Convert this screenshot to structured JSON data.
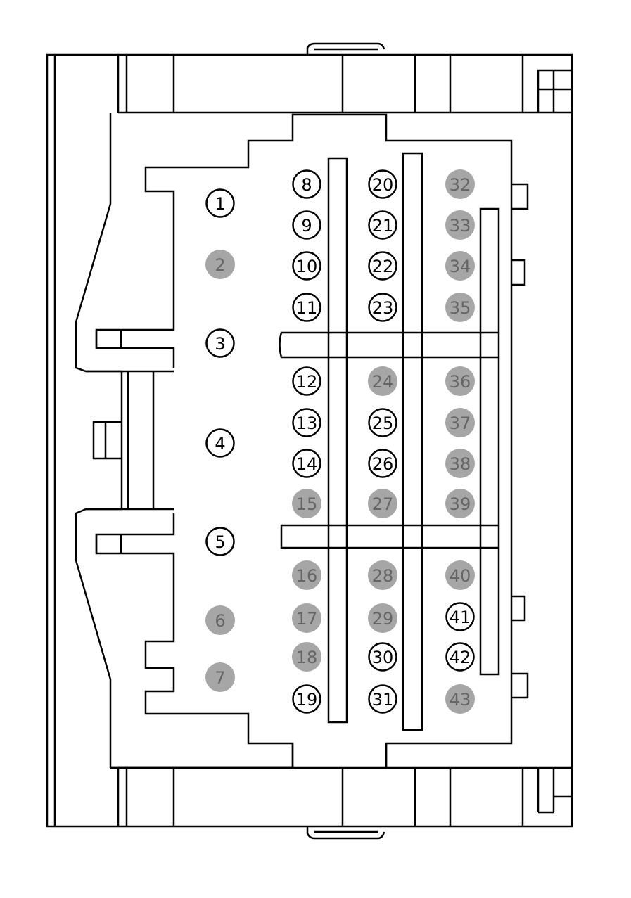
{
  "colors": {
    "line": "#000000",
    "background": "#ffffff",
    "unused_pin_fill": "#a6a6a6",
    "unused_pin_text": "#666666",
    "used_pin_text": "#000000"
  },
  "legend": {
    "used_pin": "white circle with black outline",
    "unused_pin": "gray filled circle without outline"
  },
  "pins": [
    {
      "label": "1",
      "used": true
    },
    {
      "label": "2",
      "used": false
    },
    {
      "label": "3",
      "used": true
    },
    {
      "label": "4",
      "used": true
    },
    {
      "label": "5",
      "used": true
    },
    {
      "label": "6",
      "used": false
    },
    {
      "label": "7",
      "used": false
    },
    {
      "label": "8",
      "used": true
    },
    {
      "label": "9",
      "used": true
    },
    {
      "label": "10",
      "used": true
    },
    {
      "label": "11",
      "used": true
    },
    {
      "label": "12",
      "used": true
    },
    {
      "label": "13",
      "used": true
    },
    {
      "label": "14",
      "used": true
    },
    {
      "label": "15",
      "used": false
    },
    {
      "label": "16",
      "used": false
    },
    {
      "label": "17",
      "used": false
    },
    {
      "label": "18",
      "used": false
    },
    {
      "label": "19",
      "used": true
    },
    {
      "label": "20",
      "used": true
    },
    {
      "label": "21",
      "used": true
    },
    {
      "label": "22",
      "used": true
    },
    {
      "label": "23",
      "used": true
    },
    {
      "label": "24",
      "used": false
    },
    {
      "label": "25",
      "used": true
    },
    {
      "label": "26",
      "used": true
    },
    {
      "label": "27",
      "used": false
    },
    {
      "label": "28",
      "used": false
    },
    {
      "label": "29",
      "used": false
    },
    {
      "label": "30",
      "used": true
    },
    {
      "label": "31",
      "used": true
    },
    {
      "label": "32",
      "used": false
    },
    {
      "label": "33",
      "used": false
    },
    {
      "label": "34",
      "used": false
    },
    {
      "label": "35",
      "used": false
    },
    {
      "label": "36",
      "used": false
    },
    {
      "label": "37",
      "used": false
    },
    {
      "label": "38",
      "used": false
    },
    {
      "label": "39",
      "used": false
    },
    {
      "label": "40",
      "used": false
    },
    {
      "label": "41",
      "used": true
    },
    {
      "label": "42",
      "used": true
    },
    {
      "label": "43",
      "used": false
    }
  ]
}
